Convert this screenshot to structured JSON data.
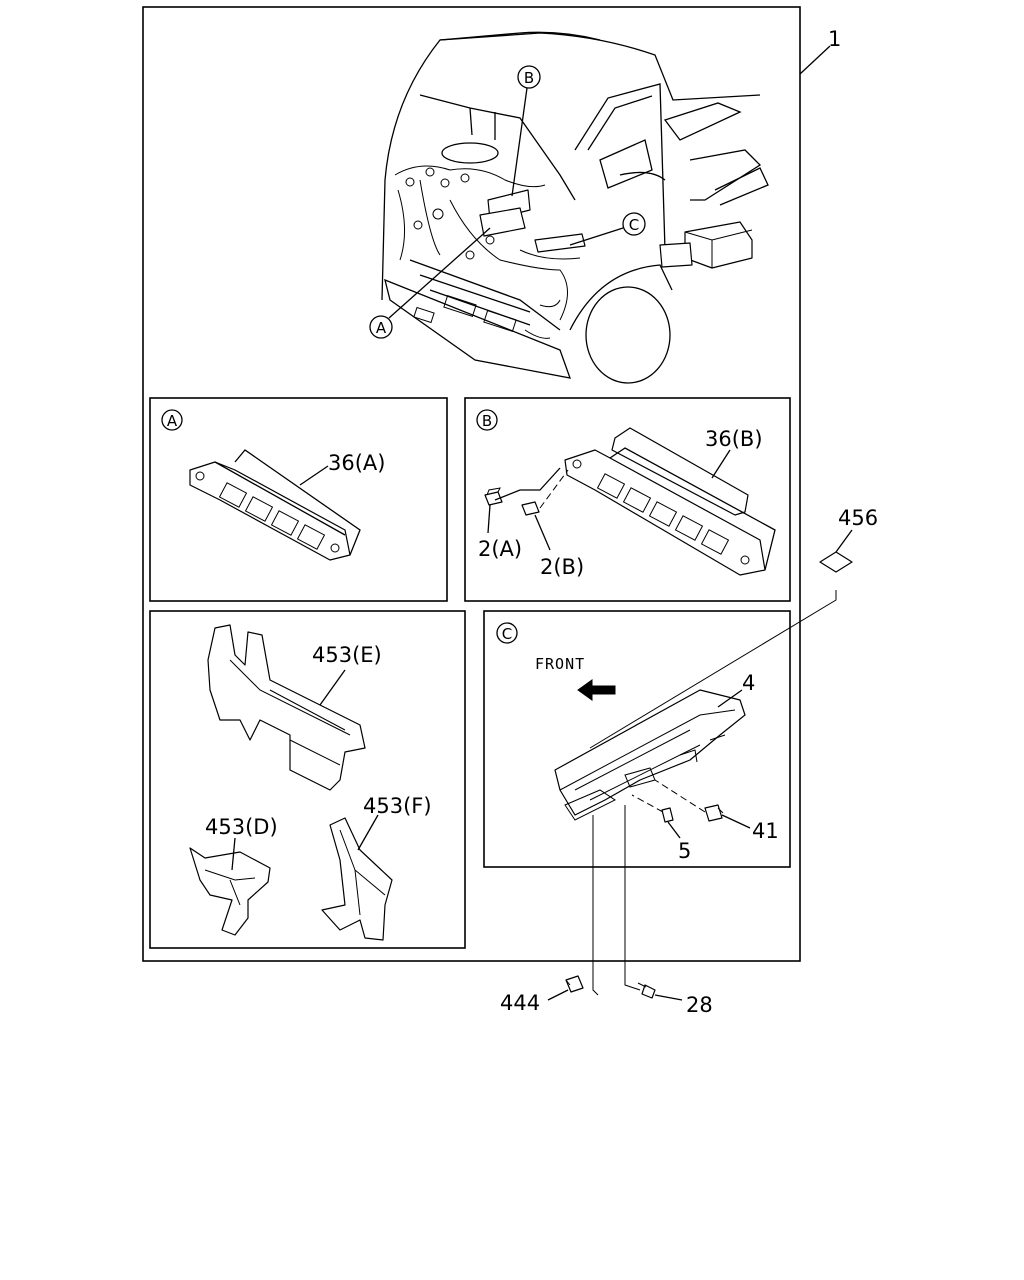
{
  "labels": {
    "assembly": "1",
    "callout_a": "A",
    "callout_b": "B",
    "callout_c": "C",
    "part_36a": "36(A)",
    "part_36b": "36(B)",
    "part_2a": "2(A)",
    "part_2b": "2(B)",
    "part_456": "456",
    "part_4": "4",
    "part_41": "41",
    "part_5": "5",
    "part_453e": "453(E)",
    "part_453d": "453(D)",
    "part_453f": "453(F)",
    "part_444": "444",
    "part_28": "28",
    "front": "FRONT"
  }
}
